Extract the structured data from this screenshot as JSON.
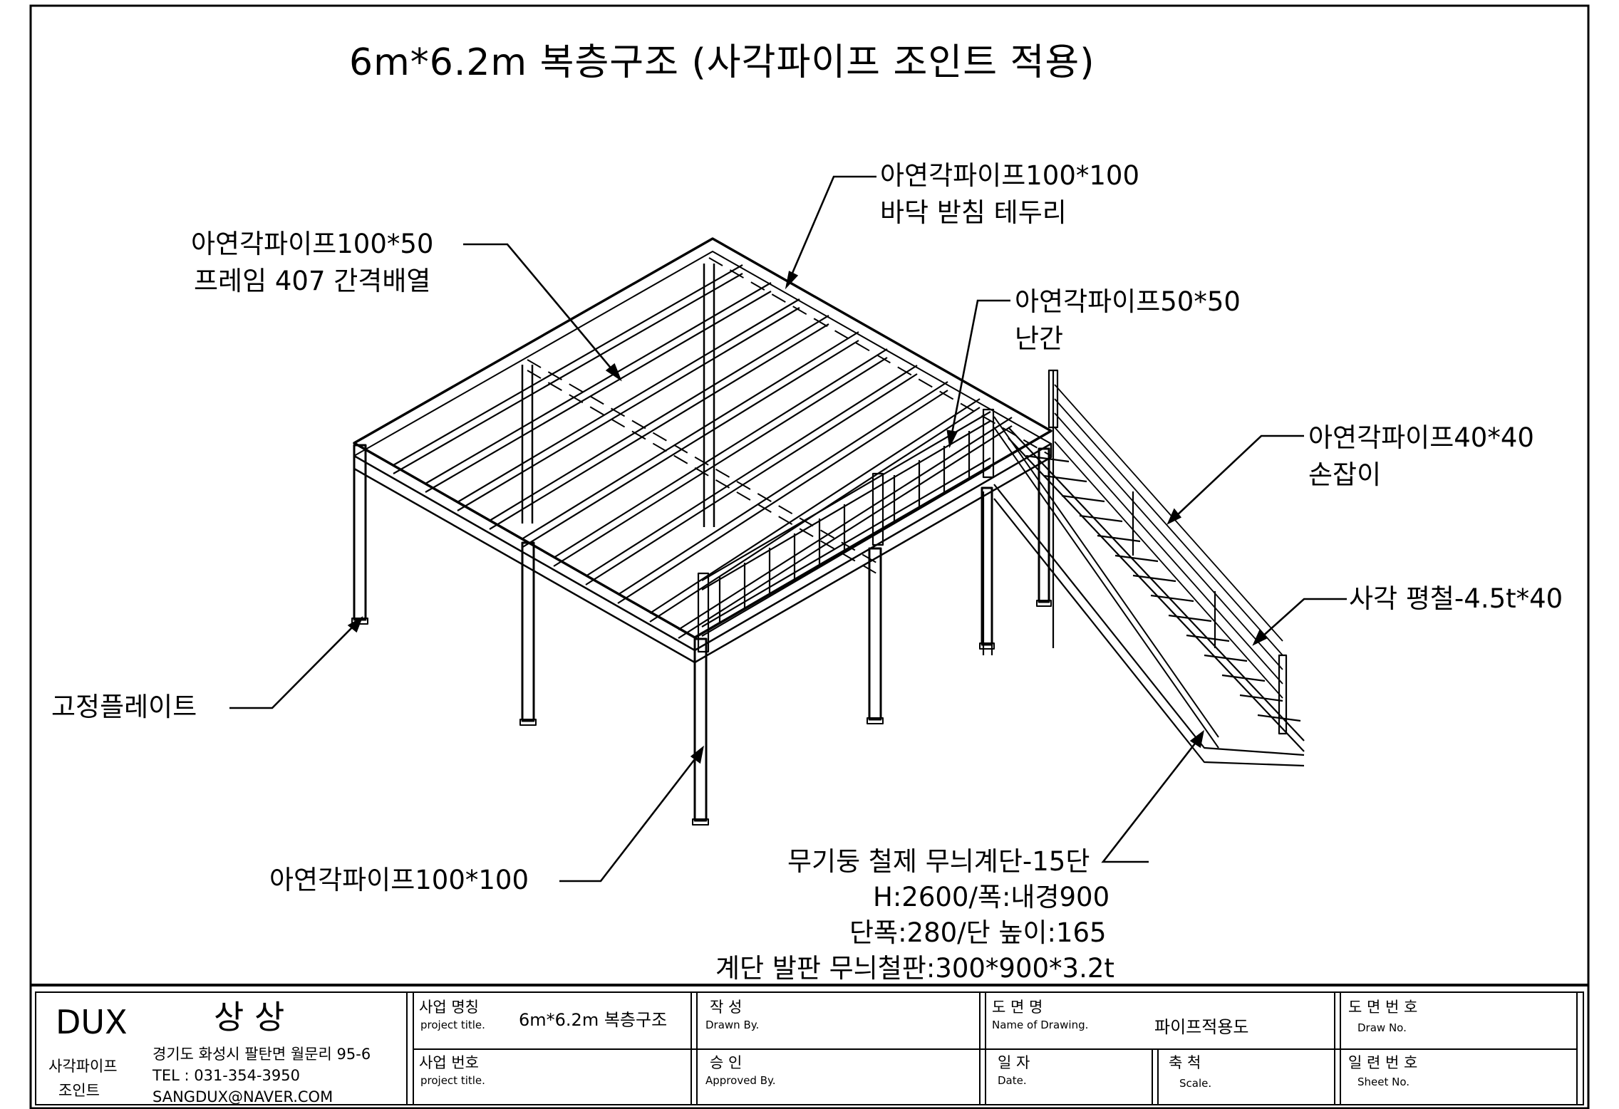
{
  "title": "6m*6.2m 복층구조  (사각파이프 조인트 적용)",
  "callouts": {
    "top_rim": [
      "아연각파이프100*100",
      "바닥 받침 테두리"
    ],
    "frame": [
      "아연각파이프100*50",
      "프레임 407 간격배열"
    ],
    "railing": [
      "아연각파이프50*50",
      "난간"
    ],
    "handrail": [
      "아연각파이프40*40",
      "손잡이"
    ],
    "flat_bar": "사각 평철-4.5t*40",
    "base_plate": "고정플레이트",
    "column": "아연각파이프100*100",
    "stair": [
      "무기둥 철제 무늬계단-15단",
      "H:2600/폭:내경900",
      "단폭:280/단 높이:165",
      "계단 발판 무늬철판:300*900*3.2t"
    ]
  },
  "title_block": {
    "company": "DUX",
    "company_sub": "상 상",
    "brand": [
      "사각파이프",
      "조인트"
    ],
    "address": "경기도 화성시 팔탄면 월문리 95-6",
    "tel": "TEL : 031-354-3950",
    "email": "SANGDUX@NAVER.COM",
    "project_name_label": "사업 명칭",
    "project_name_en": "project title.",
    "project_name_value": "6m*6.2m 복층구조",
    "project_no_label": "사업 번호",
    "project_no_en": "project title.",
    "drawn_label": "작    성",
    "drawn_en": "Drawn By.",
    "approved_label": "승    인",
    "approved_en": "Approved By.",
    "drawing_name_label": "도  면  명",
    "drawing_name_en": "Name of Drawing.",
    "drawing_name_value": "파이프적용도",
    "date_label": "일    자",
    "date_en": "Date.",
    "scale_label": "축    척",
    "scale_en": "Scale.",
    "draw_no_label": "도 면 번 호",
    "draw_no_en": "Draw No.",
    "sheet_no_label": "일 련 번 호",
    "sheet_no_en": "Sheet No."
  }
}
